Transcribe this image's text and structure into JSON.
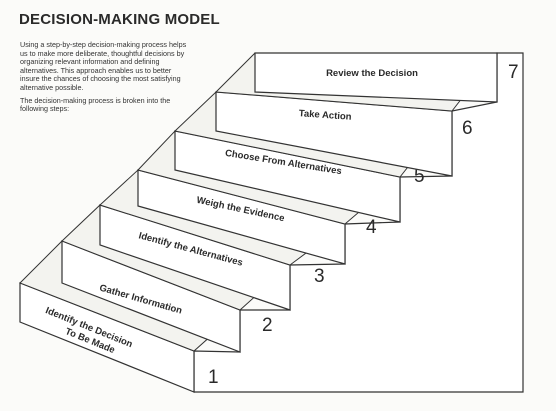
{
  "title": "DECISION-MAKING MODEL",
  "intro": {
    "paragraph1": "Using a step-by-step decision-making process helps us to make more deliberate, thoughtful decisions by organizing relevant information and defining alternatives. This approach enables us to better insure the chances of choosing the most satisfying alternative possible.",
    "paragraph2": "The decision-making process is broken into the following steps:"
  },
  "steps": [
    {
      "number": "1",
      "label": "Identify the Decision",
      "label2": "To Be Made"
    },
    {
      "number": "2",
      "label": "Gather Information",
      "label2": ""
    },
    {
      "number": "3",
      "label": "Identify the Alternatives",
      "label2": ""
    },
    {
      "number": "4",
      "label": "Weigh the Evidence",
      "label2": ""
    },
    {
      "number": "5",
      "label": "Choose From Alternatives",
      "label2": ""
    },
    {
      "number": "6",
      "label": "Take Action",
      "label2": ""
    },
    {
      "number": "7",
      "label": "Review the Decision",
      "label2": ""
    }
  ]
}
